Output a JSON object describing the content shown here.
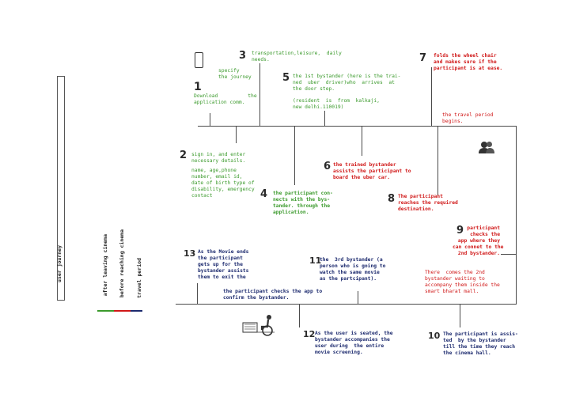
{
  "axis_label": "user journey",
  "legend": [
    {
      "label": "after leaving cinema",
      "color": "#3b9a2c"
    },
    {
      "label": "before reaching cinema",
      "color": "#d01818"
    },
    {
      "label": "travel period",
      "color": "#1c2a6e"
    }
  ],
  "icons": {
    "phone": "phone-icon",
    "people": "people-icon",
    "wheelchair": "wheelchair-icon"
  },
  "steps": [
    {
      "num": "1",
      "text": "Download          the\napplication comm."
    },
    {
      "num": "",
      "text": "specify\nthe journey"
    },
    {
      "num": "2",
      "text": "sign in, and enter\nnecessary details.",
      "detail": "name, age,phone\nnumber, email id,\ndate of birth type of\ndisability, emergency\ncontact"
    },
    {
      "num": "3",
      "text": "transportation,leisure,  daily\nneeds."
    },
    {
      "num": "4",
      "text": "the participant con-\nnects with the bys-\ntander. through the\napplication."
    },
    {
      "num": "5",
      "text": "the 1st bystander (here is the trai-\nned  uber  driver)who  arrives  at\nthe door step.",
      "detail": "(resident  is  from  kalkaji,\nnew delhi.110019)"
    },
    {
      "num": "6",
      "text": "the trained bystander\nassists the participant to\nboard the uber car."
    },
    {
      "num": "7",
      "text": "folds the wheel chair\nand makes sure if the\nparticipant is at ease."
    },
    {
      "num": "",
      "text": "the travel period\nbegins."
    },
    {
      "num": "8",
      "text": "The participant\nreaches the required\ndestination."
    },
    {
      "num": "9",
      "text": "participant\nchecks the\napp where they\ncan connet to the\n2nd bystander."
    },
    {
      "num": "",
      "text": "There  comes the 2nd\nbystander waiting to\naccompany them inside the\nsmart bharat mall."
    },
    {
      "num": "10",
      "text": "The participant is assis-\nted  by the bystander\ntill the time they reach\nthe cinema hall."
    },
    {
      "num": "11",
      "text": "the  3rd bystander (a\nperson who is going to\nwatch the same movie\nas the partcipant)."
    },
    {
      "num": "",
      "text": "the participant checks the app to\nconfirm the bystander."
    },
    {
      "num": "12",
      "text": "As the user is seated, the\nbystander accompanies the\nuser during  the entire\nmovie screening."
    },
    {
      "num": "13",
      "text": "As the Movie ends\nthe participant\ngets up for the\nbystander assists\nthem to exit the"
    }
  ]
}
